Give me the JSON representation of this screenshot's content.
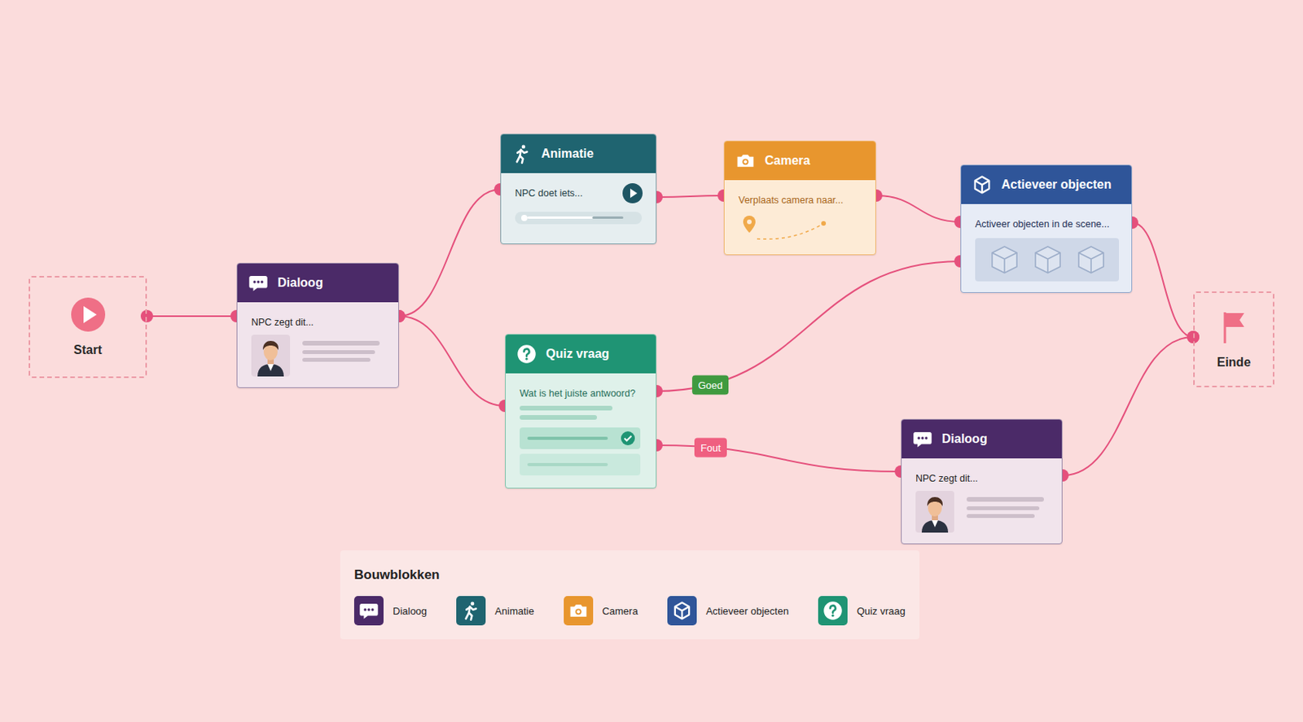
{
  "diagram": {
    "nodes": [
      {
        "text": [
          "Start"
        ]
      },
      {
        "text": [
          "Dialoog",
          "NPC zegt dit..."
        ]
      },
      {
        "text": [
          "Animatie",
          "NPC doet iets..."
        ]
      },
      {
        "text": [
          "Quiz vraag",
          "Wat is het juiste antwoord?"
        ]
      },
      {
        "text": [
          "Camera",
          "Verplaats camera naar..."
        ]
      },
      {
        "text": [
          "Actieveer objecten",
          "Activeer objecten in de scene..."
        ]
      },
      {
        "text": [
          "Dialoog",
          "NPC zegt dit..."
        ]
      },
      {
        "text": [
          "Einde"
        ]
      }
    ],
    "edges": [
      {
        "from": 0,
        "to": 1,
        "arrow": "none"
      },
      {
        "from": 1,
        "to": 2,
        "arrow": "none"
      },
      {
        "from": 1,
        "to": 3,
        "arrow": "none"
      },
      {
        "from": 2,
        "to": 4,
        "arrow": "none"
      },
      {
        "from": 4,
        "to": 5,
        "arrow": "none"
      },
      {
        "from": 3,
        "to": 5,
        "label": "Goed",
        "arrow": "none"
      },
      {
        "from": 3,
        "to": 6,
        "label": "Fout",
        "arrow": "none"
      },
      {
        "from": 5,
        "to": 7,
        "arrow": "none"
      },
      {
        "from": 6,
        "to": 7,
        "arrow": "none"
      }
    ],
    "labels": [
      "Bouwblokken"
    ],
    "legend": [
      {
        "text": "Dialoog",
        "color": "#4b2a68"
      },
      {
        "text": "Animatie",
        "color": "#1f6470"
      },
      {
        "text": "Camera",
        "color": "#e8962e"
      },
      {
        "text": "Actieveer objecten",
        "color": "#2f5599"
      },
      {
        "text": "Quiz vraag",
        "color": "#1f9474"
      }
    ]
  }
}
